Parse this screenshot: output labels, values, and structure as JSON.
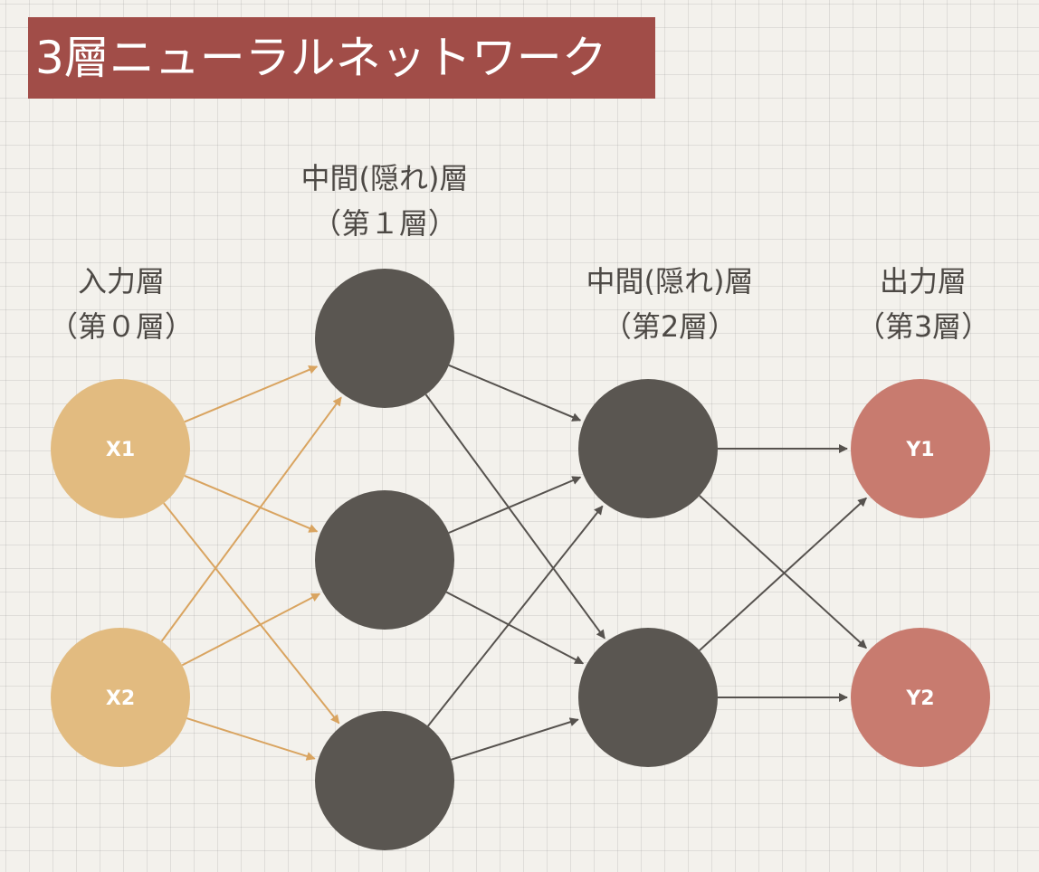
{
  "title": "3層ニューラルネットワーク",
  "layers": [
    {
      "id": "input",
      "name": "入力層",
      "sub": "（第０層）"
    },
    {
      "id": "hidden1",
      "name": "中間(隠れ)層",
      "sub": "（第１層）"
    },
    {
      "id": "hidden2",
      "name": "中間(隠れ)層",
      "sub": "（第2層）"
    },
    {
      "id": "output",
      "name": "出力層",
      "sub": "（第3層）"
    }
  ],
  "nodes": [
    {
      "id": "x1",
      "layer": "input",
      "label": "X1"
    },
    {
      "id": "x2",
      "layer": "input",
      "label": "X2"
    },
    {
      "id": "h11",
      "layer": "hidden1",
      "label": ""
    },
    {
      "id": "h12",
      "layer": "hidden1",
      "label": ""
    },
    {
      "id": "h13",
      "layer": "hidden1",
      "label": ""
    },
    {
      "id": "h21",
      "layer": "hidden2",
      "label": ""
    },
    {
      "id": "h22",
      "layer": "hidden2",
      "label": ""
    },
    {
      "id": "y1",
      "layer": "output",
      "label": "Y1"
    },
    {
      "id": "y2",
      "layer": "output",
      "label": "Y2"
    }
  ],
  "edges": [
    [
      "x1",
      "h11"
    ],
    [
      "x1",
      "h12"
    ],
    [
      "x1",
      "h13"
    ],
    [
      "x2",
      "h11"
    ],
    [
      "x2",
      "h12"
    ],
    [
      "x2",
      "h13"
    ],
    [
      "h11",
      "h21"
    ],
    [
      "h11",
      "h22"
    ],
    [
      "h12",
      "h21"
    ],
    [
      "h12",
      "h22"
    ],
    [
      "h13",
      "h21"
    ],
    [
      "h13",
      "h22"
    ],
    [
      "h21",
      "y1"
    ],
    [
      "h21",
      "y2"
    ],
    [
      "h22",
      "y1"
    ],
    [
      "h22",
      "y2"
    ]
  ],
  "colors": {
    "banner": "#a14d48",
    "input_node": "#e2bb80",
    "hidden_node": "#5a5651",
    "output_node": "#c87b6f",
    "input_edge": "#d9a460",
    "hidden_edge": "#56524e",
    "label_text": "#4d4945"
  }
}
